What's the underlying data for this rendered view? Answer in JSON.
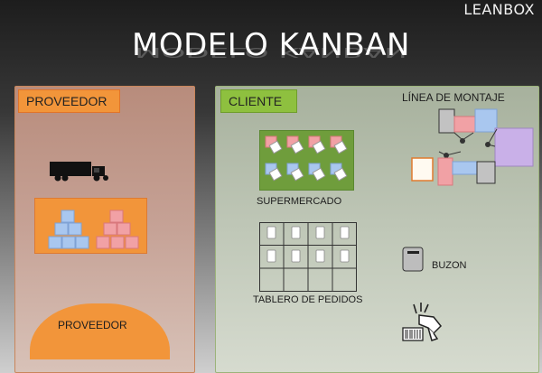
{
  "header": {
    "logo": "LEANBOX",
    "title": "MODELO KANBAN"
  },
  "proveedor_panel": {
    "tag": "PROVEEDOR",
    "dome_label": "PROVEEDOR"
  },
  "cliente_panel": {
    "tag": "CLIENTE",
    "linea_montaje": "LÍNEA DE MONTAJE",
    "supermercado": "SUPERMERCADO",
    "tablero": "TABLERO DE PEDIDOS",
    "buzon": "BUZON"
  },
  "colors": {
    "orange": "#f2953a",
    "green": "#8ec03f",
    "pink": "#f1a1a5",
    "blue": "#a9c7ef",
    "lavender": "#c9b0e8"
  }
}
